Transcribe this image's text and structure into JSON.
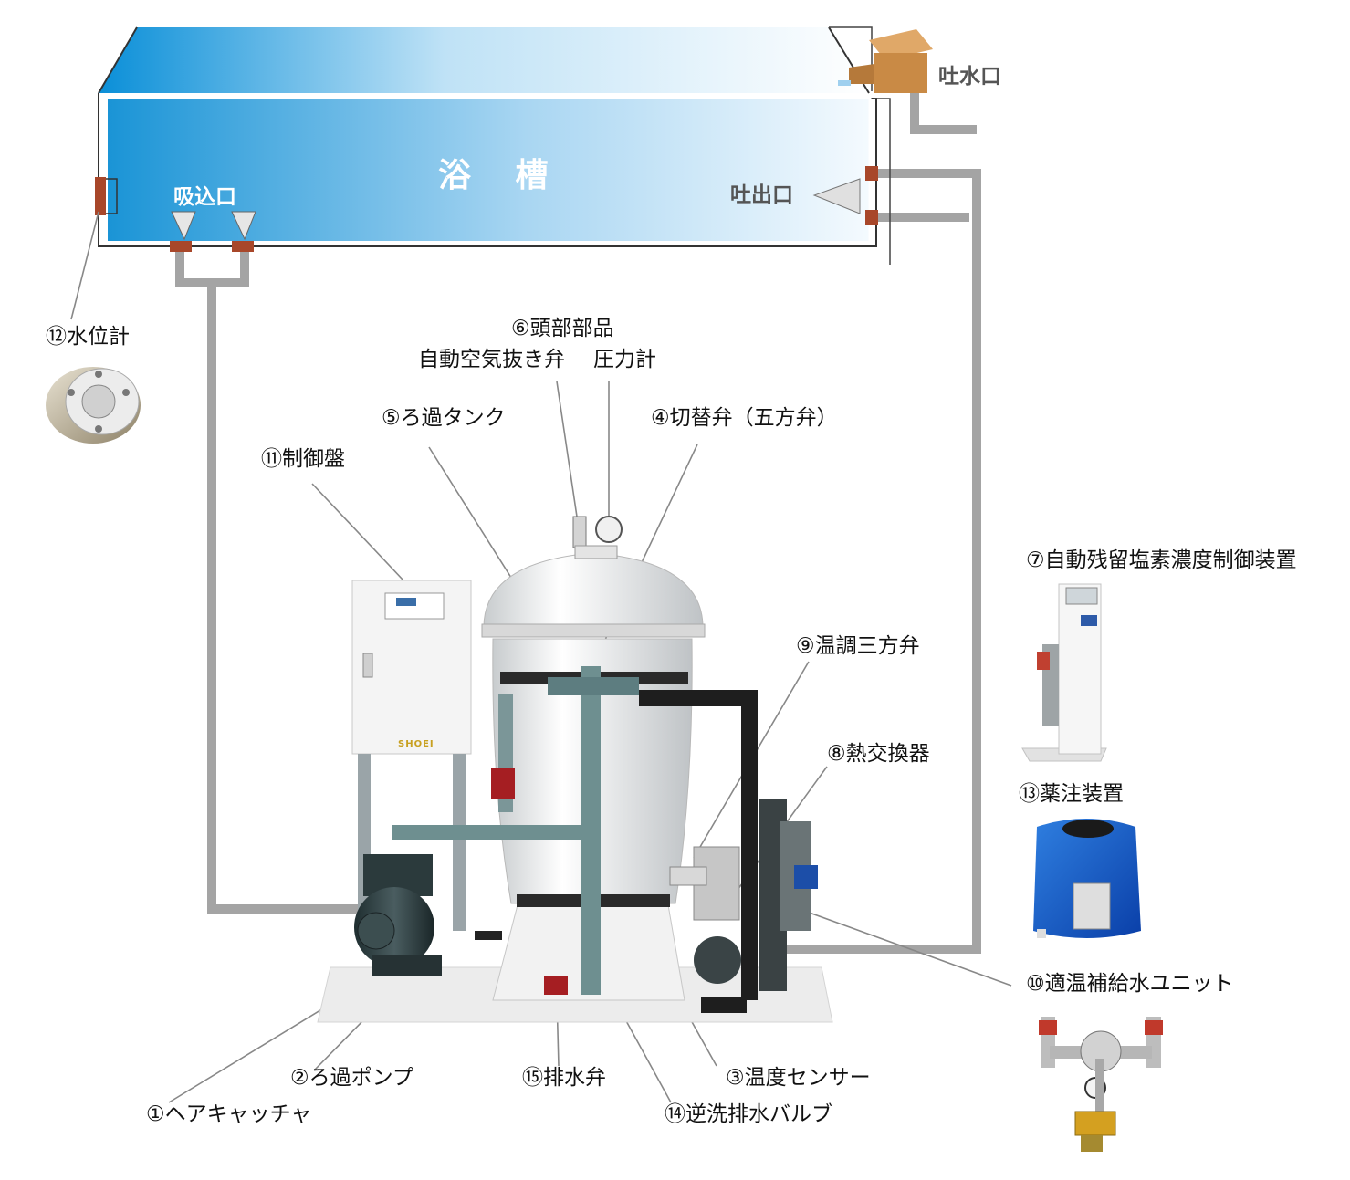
{
  "bath": {
    "title": "浴 槽",
    "suction_label": "吸込口",
    "discharge_label": "吐出口",
    "spout_label": "吐水口"
  },
  "components": {
    "c1": "①ヘアキャッチャ",
    "c2": "②ろ過ポンプ",
    "c3": "③温度センサー",
    "c4": "④切替弁（五方弁）",
    "c5": "⑤ろ過タンク",
    "c6": "⑥頭部部品",
    "c6_sub_left": "自動空気抜き弁",
    "c6_sub_right": "圧力計",
    "c7": "⑦自動残留塩素濃度制御装置",
    "c8": "⑧熱交換器",
    "c9": "⑨温調三方弁",
    "c10": "⑩適温補給水ユニット",
    "c11": "⑪制御盤",
    "c12": "⑫水位計",
    "c13": "⑬薬注装置",
    "c14": "⑭逆洗排水バルブ",
    "c15": "⑮排水弁"
  },
  "panel_brand": "SHOEI",
  "colors": {
    "pipe": "#a4a4a4",
    "water_deep": "#1e96d8",
    "water_light": "#e8f4fc",
    "port": "#a8472a",
    "spout_box": "#c98a45",
    "label_text": "#111111",
    "bold_label": "#555555"
  }
}
